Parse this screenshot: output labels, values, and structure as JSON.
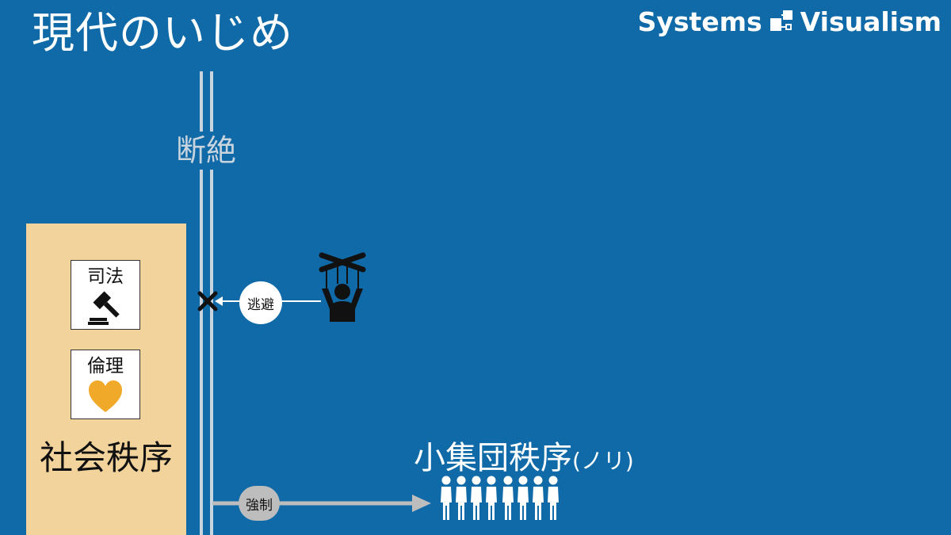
{
  "title": "現代のいじめ",
  "brand": {
    "left_word": "Systems",
    "right_word": "Visualism",
    "logo_icon": "systems-visualism-logo-icon"
  },
  "wall": {
    "label": "断絶",
    "color": "#c8d4de"
  },
  "social_order": {
    "label": "社会秩序",
    "panel_color": "#f3d39c",
    "cards": [
      {
        "label": "司法",
        "icon": "gavel-icon"
      },
      {
        "label": "倫理",
        "icon": "heart-icon",
        "icon_color": "#f0a928"
      }
    ]
  },
  "escape": {
    "label": "逃避",
    "source_icon": "marionette-puppet-icon",
    "blocked_icon": "blocked-x-icon"
  },
  "force": {
    "label": "強制"
  },
  "small_group": {
    "label": "小集団秩序",
    "sub_label": "(ノリ)",
    "people_icon": "people-group-icon"
  },
  "colors": {
    "background": "#0f6aa7",
    "arrow": "#bdbdbd"
  }
}
